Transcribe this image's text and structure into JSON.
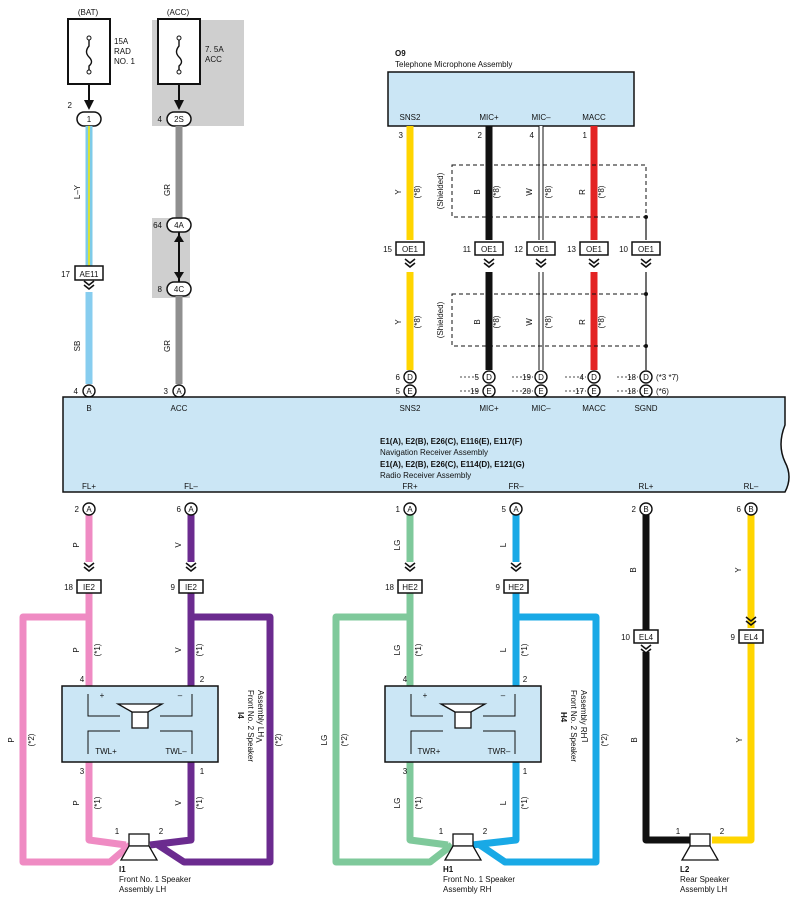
{
  "colors": {
    "wire_ly_main": "#7ecbe8",
    "wire_ly_stripe": "#d8e33a",
    "wire_sb": "#87cdef",
    "wire_gr": "#909090",
    "wire_y": "#ffd500",
    "wire_b": "#111111",
    "wire_w": "#ffffff",
    "wire_r": "#e32323",
    "wire_p": "#ef8bc3",
    "wire_v": "#6b2b8f",
    "wire_lg": "#7fc99b",
    "wire_l": "#19a9e6",
    "box_fill": "#cbe6f5",
    "fuse_bg": "#cfcfcf"
  },
  "fuses": {
    "bat": {
      "source": "(BAT)",
      "amp": "15A",
      "name1": "RAD",
      "name2": "NO. 1"
    },
    "acc": {
      "source": "(ACC)",
      "amp": "7. 5A",
      "name1": "ACC"
    }
  },
  "left": {
    "bat_pin": "2",
    "bat_conn": "1",
    "ly_code": "L–Y",
    "ae_pin": "17",
    "ae_conn": "AE11",
    "sb_code": "SB",
    "a_pin": "4",
    "a_letter": "A",
    "acc_pin": "4",
    "acc_conn": "2S",
    "gr_code": "GR",
    "j4a_pin": "64",
    "j4a": "4A",
    "j4c_pin": "8",
    "j4c": "4C",
    "gr_code2": "GR",
    "acc_a_pin": "3",
    "acc_a_letter": "A"
  },
  "mic": {
    "id": "O9",
    "name": "Telephone Microphone Assembly",
    "terms": [
      "SNS2",
      "MIC+",
      "MIC–",
      "MACC"
    ],
    "pins": [
      "3",
      "2",
      "4",
      "1"
    ],
    "codes": [
      "Y",
      "B",
      "W",
      "R"
    ],
    "note": "(*8)",
    "shielded": "(Shielded)",
    "oe_pins": [
      "15",
      "11",
      "12",
      "13",
      "10"
    ],
    "oe_conn": "OE1",
    "d_pins": [
      "6",
      "5",
      "19",
      "4",
      "18"
    ],
    "d_letter": "D",
    "e_pins": [
      "5",
      "19",
      "20",
      "17",
      "18"
    ],
    "e_letter": "E",
    "d_note": "(*3 *7)",
    "e_note": "(*6)"
  },
  "main": {
    "top_terms": [
      "B",
      "ACC",
      "SNS2",
      "MIC+",
      "MIC–",
      "MACC",
      "SGND"
    ],
    "line1": "E1(A), E2(B), E26(C), E116(E), E117(F)",
    "line2": "Navigation Receiver Assembly",
    "line3": "E1(A), E2(B), E26(C), E114(D), E121(G)",
    "line4": "Radio Receiver Assembly",
    "bottom_terms": [
      "FL+",
      "FL–",
      "FR+",
      "FR–",
      "RL+",
      "RL–"
    ],
    "bottom_pins": [
      "2",
      "6",
      "1",
      "5",
      "2",
      "6"
    ],
    "bottom_letters": [
      "A",
      "A",
      "A",
      "A",
      "B",
      "B"
    ]
  },
  "lower": {
    "codes": [
      "P",
      "V",
      "LG",
      "L",
      "B",
      "Y"
    ],
    "conn_pins": [
      "18",
      "9",
      "18",
      "9"
    ],
    "conn_names": [
      "IE2",
      "IE2",
      "HE2",
      "HE2"
    ],
    "el_pins": [
      "10",
      "9"
    ],
    "el_name": "EL4",
    "note1": "(*1)",
    "note2": "(*2)",
    "tw_l": {
      "plus": "+",
      "minus": "–",
      "t1": "TWL+",
      "t2": "TWL–",
      "p1": "4",
      "p2": "2",
      "p3": "3",
      "p4": "1"
    },
    "tw_r": {
      "plus": "+",
      "minus": "–",
      "t1": "TWR+",
      "t2": "TWR–",
      "p1": "4",
      "p2": "2",
      "p3": "3",
      "p4": "1"
    },
    "h4_id": "I4",
    "h4_line1": "Front No. 2 Speaker",
    "h4_line2": "Assembly LH",
    "h4r_id": "H4",
    "h4r_line1": "Front No. 2 Speaker",
    "h4r_line2": "Assembly RH",
    "spk_pin1": "1",
    "spk_pin2": "2",
    "i1_id": "I1",
    "i1_line1": "Front No. 1 Speaker",
    "i1_line2": "Assembly LH",
    "h1_id": "H1",
    "h1_line1": "Front No. 1 Speaker",
    "h1_line2": "Assembly RH",
    "l2_id": "L2",
    "l2_line1": "Rear Speaker",
    "l2_line2": "Assembly LH"
  }
}
